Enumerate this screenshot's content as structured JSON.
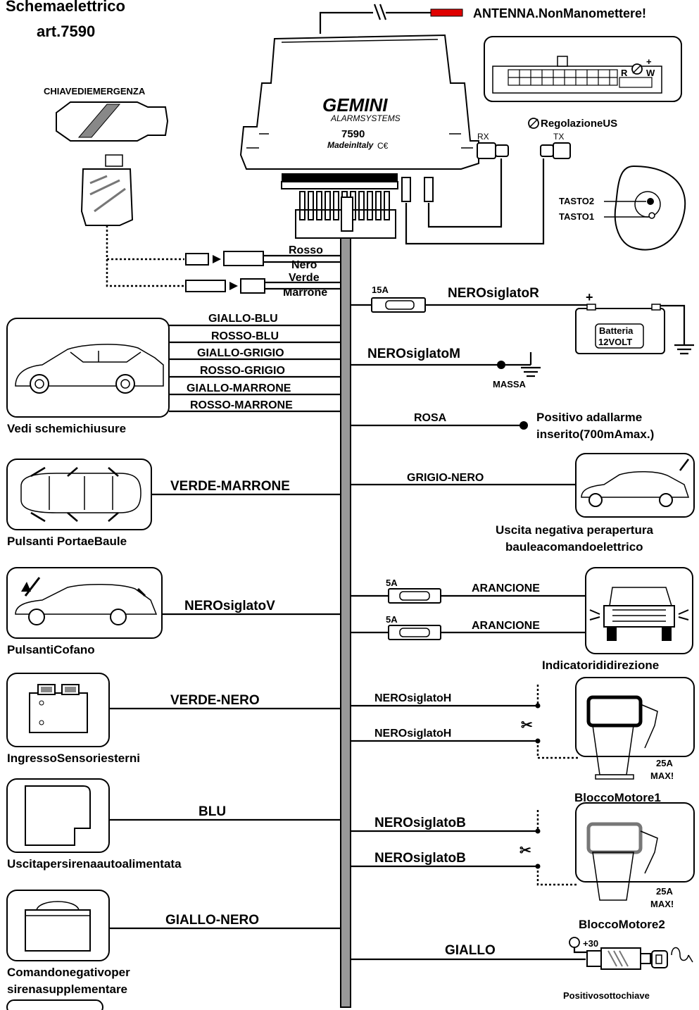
{
  "title": {
    "line1": "Schemaelettrico",
    "line2": "art.7590"
  },
  "antenna_label": "ANTENNA.NonManomettere!",
  "control_unit": {
    "brand": "GEMINI",
    "sub": "ALARMSYSTEMS",
    "model": "7590",
    "made": "MadeinItaly",
    "ce": "C€"
  },
  "connector_labels": {
    "r": "R",
    "w": "W",
    "plus": "+"
  },
  "us_label": "RegolazioneUS",
  "rx": "RX",
  "tx": "TX",
  "emergency_key": "CHIAVEDIEMERGENZA",
  "keyfob": {
    "tasto2": "TASTO2",
    "tasto1": "TASTO1"
  },
  "led_wires": {
    "rosso": "Rosso",
    "nero": "Nero",
    "verde": "Verde",
    "marrone": "Marrone"
  },
  "battery": {
    "fuse": "15A",
    "wire": "NEROsiglatoR",
    "plus": "+",
    "label1": "Batteria",
    "label2": "12VOLT"
  },
  "ground": {
    "wire": "NEROsiglatoM",
    "label": "MASSA"
  },
  "lock_wires": [
    "GIALLO-BLU",
    "ROSSO-BLU",
    "GIALLO-GRIGIO",
    "ROSSO-GRIGIO",
    "GIALLO-MARRONE",
    "ROSSO-MARRONE"
  ],
  "lock_caption": "Vedi schemichiusure",
  "rosa": {
    "wire": "ROSA",
    "label1": "Positivo adallarme",
    "label2": "inserito(700mAmax.)"
  },
  "doors": {
    "wire": "VERDE-MARRONE",
    "caption": "Pulsanti PortaeBaule"
  },
  "trunk": {
    "wire": "GRIGIO-NERO",
    "caption1": "Uscita negativa perapertura",
    "caption2": "bauleacomandoelettrico"
  },
  "bonnet": {
    "wire": "NEROsiglatoV",
    "caption": "PulsantiCofano"
  },
  "indicators": {
    "fuse1": "5A",
    "fuse2": "5A",
    "wire1": "ARANCIONE",
    "wire2": "ARANCIONE",
    "caption": "Indicatorididirezione"
  },
  "sensors": {
    "wire": "VERDE-NERO",
    "caption": "IngressoSensoriesterni"
  },
  "block1": {
    "wire1": "NEROsiglatoH",
    "wire2": "NEROsiglatoH",
    "rating1": "25A",
    "rating2": "MAX!",
    "caption": "BloccoMotore1"
  },
  "siren": {
    "wire": "BLU",
    "caption": "Uscitapersirenaautoalimentata"
  },
  "block2": {
    "wire1": "NEROsiglatoB",
    "wire2": "NEROsiglatoB",
    "rating1": "25A",
    "rating2": "MAX!",
    "caption": "BloccoMotore2"
  },
  "neg_siren": {
    "wire": "GIALLO-NERO",
    "caption1": "Comandonegativoper",
    "caption2": "sirenasupplementare"
  },
  "ignition": {
    "wire": "GIALLO",
    "plus30": "+30",
    "caption": "Positivosottochiave"
  }
}
